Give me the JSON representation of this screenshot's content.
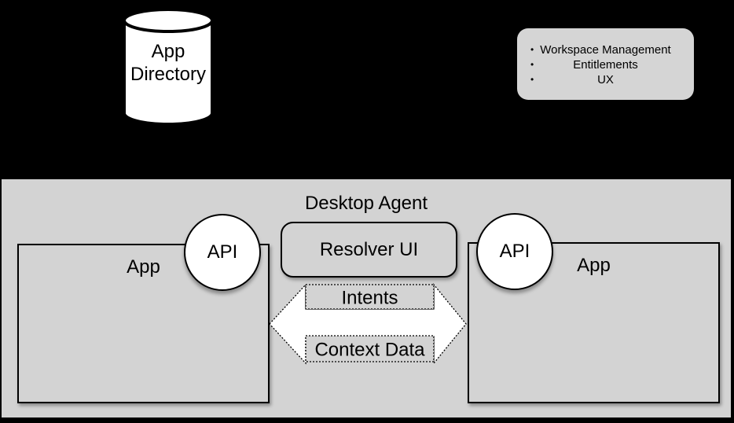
{
  "colors": {
    "canvas_bg": "#000000",
    "agent_area_bg": "#d3d3d3",
    "features_panel_bg": "#d5d5d5",
    "shape_fill": "#ffffff",
    "stroke": "#000000"
  },
  "app_directory": {
    "label": "App\nDirectory"
  },
  "features_panel": {
    "bullet": "•",
    "items": [
      {
        "label": "Workspace Management"
      },
      {
        "label": "Entitlements"
      },
      {
        "label": "UX"
      }
    ]
  },
  "desktop_agent": {
    "title": "Desktop Agent",
    "resolver": {
      "label": "Resolver UI"
    },
    "left_app": {
      "label": "App"
    },
    "right_app": {
      "label": "App"
    },
    "left_api": {
      "label": "API"
    },
    "right_api": {
      "label": "API"
    },
    "messages": {
      "intents": "Intents",
      "context": "Context Data"
    }
  }
}
